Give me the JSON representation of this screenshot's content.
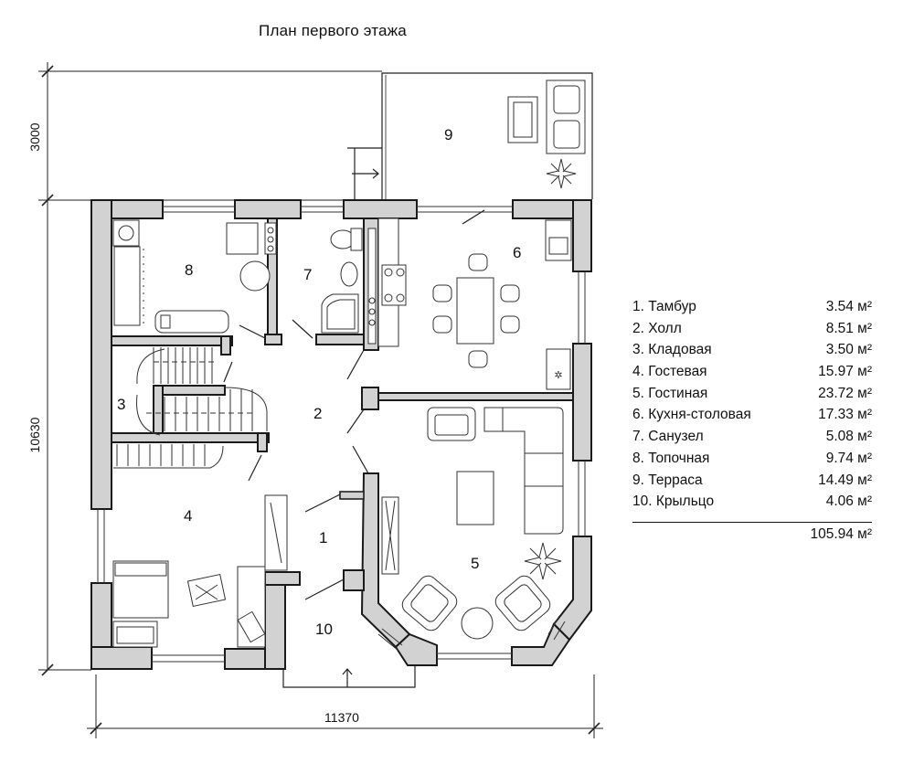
{
  "title": "План первого этажа",
  "dimensions": {
    "terrace_depth": "3000",
    "house_depth": "10630",
    "house_width": "11370"
  },
  "room_numbers": [
    "1",
    "2",
    "3",
    "4",
    "5",
    "6",
    "7",
    "8",
    "9",
    "10"
  ],
  "legend": {
    "rooms": [
      {
        "label": "1. Тамбур",
        "area": "3.54 м²"
      },
      {
        "label": "2. Холл",
        "area": "8.51 м²"
      },
      {
        "label": "3. Кладовая",
        "area": "3.50 м²"
      },
      {
        "label": "4. Гостевая",
        "area": "15.97 м²"
      },
      {
        "label": "5. Гостиная",
        "area": "23.72 м²"
      },
      {
        "label": "6. Кухня-столовая",
        "area": "17.33 м²"
      },
      {
        "label": "7. Санузел",
        "area": "5.08 м²"
      },
      {
        "label": "8. Топочная",
        "area": "9.74 м²"
      },
      {
        "label": "9. Терраса",
        "area": "14.49 м²"
      },
      {
        "label": "10. Крыльцо",
        "area": "4.06 м²"
      }
    ],
    "total": "105.94 м²"
  },
  "colors": {
    "wall_fill": "#d2d2d2",
    "wall_stroke": "#1a1a1a",
    "line": "#222222"
  }
}
